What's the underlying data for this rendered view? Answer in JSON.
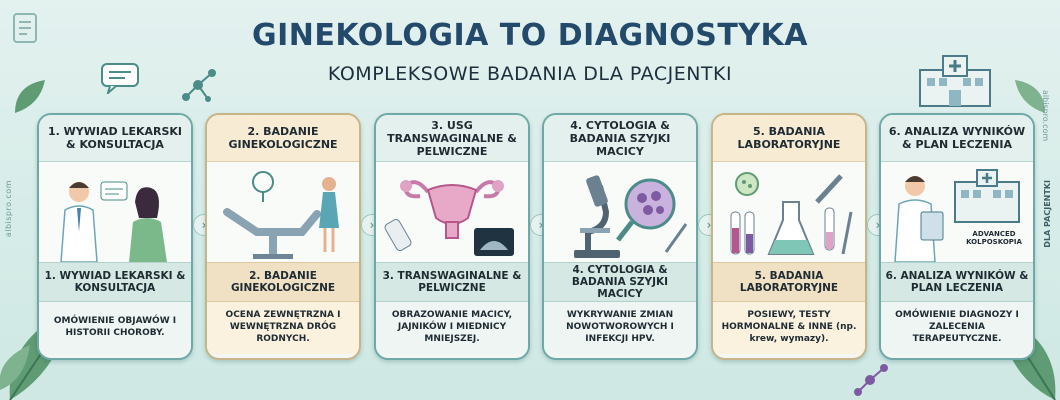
{
  "header": {
    "title": "GINEKOLOGIA TO DIAGNOSTYKA",
    "subtitle": "KOMPLEKSOWE BADANIA DLA PACJENTKI"
  },
  "watermarks": {
    "left": "albispro.com",
    "right_top": "albispro.com",
    "right_side": "DLA PACJENTKI"
  },
  "cards": [
    {
      "title": "1. WYWIAD LEKARSKI & KONSULTACJA",
      "subtitle": "1. WYWIAD LEKARSKI & KONSULTACJA",
      "description": "OMÓWIENIE OBJAWÓW I HISTORII CHOROBY.",
      "style": "teal",
      "illustration": "doctor-consultation"
    },
    {
      "title": "2. BADANIE GINEKOLOGICZNE",
      "subtitle": "2. BADANIE GINEKOLOGICZNE",
      "description": "OCENA ZEWNĘTRZNA I WEWNĘTRZNA DRÓG RODNYCH.",
      "style": "beige",
      "illustration": "exam-chair"
    },
    {
      "title": "3. USG TRANSWAGINALNE & PELWICZNE",
      "subtitle": "3. TRANSWAGINALNE & PELWICZNE",
      "description": "OBRAZOWANIE MACICY, JAJNIKÓW I MIEDNICY MNIEJSZEJ.",
      "style": "teal",
      "illustration": "ultrasound-uterus"
    },
    {
      "title": "4. CYTOLOGIA & BADANIA SZYJKI MACICY",
      "subtitle": "4. CYTOLOGIA & BADANIA SZYJKI MACICY",
      "description": "WYKRYWANIE ZMIAN NOWOTWOROWYCH I INFEKCJI HPV.",
      "style": "teal",
      "illustration": "microscope"
    },
    {
      "title": "5. BADANIA LABORATORYJNE",
      "subtitle": "5. BADANIA LABORATORYJNE",
      "description": "POSIEWY, TESTY HORMONALNE & INNE (np. krew, wymazy).",
      "style": "beige",
      "illustration": "lab-tubes"
    },
    {
      "title": "6. ANALIZA WYNIKÓW & PLAN LECZENIA",
      "subtitle": "6. ANALIZA WYNIKÓW & PLAN LECZENIA",
      "description": "OMÓWIENIE DIAGNOZY I ZALECENIA TERAPEUTYCZNE.",
      "style": "teal",
      "illustration": "doctor-results",
      "badge": "ADVANCED KOLPOSKOPIA"
    }
  ],
  "arrow_glyph": "›",
  "colors": {
    "title": "#23496b",
    "teal_border": "#6ea9a8",
    "beige_border": "#c9b48a",
    "accent_purple": "#7e5aa3"
  }
}
